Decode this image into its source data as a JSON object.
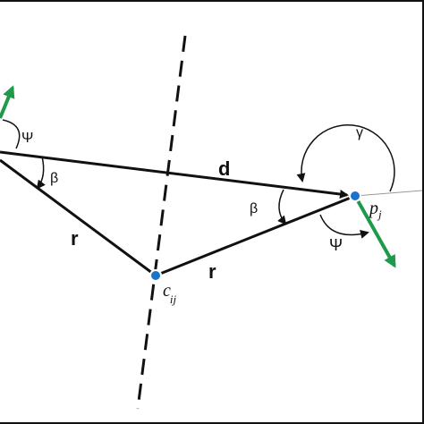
{
  "diagram": {
    "labels": {
      "psi_left": "Ψ",
      "beta_left": "β",
      "d": "d",
      "gamma": "γ",
      "beta_right": "β",
      "r_left": "r",
      "r_right": "r",
      "psi_right": "Ψ",
      "p_main": "p",
      "p_sub": "j",
      "c_main": "c",
      "c_sub": "ij"
    },
    "colors": {
      "line": "#111111",
      "node": "#1a73c9",
      "velocity": "#1f9a4a",
      "axis": "#999999"
    }
  }
}
